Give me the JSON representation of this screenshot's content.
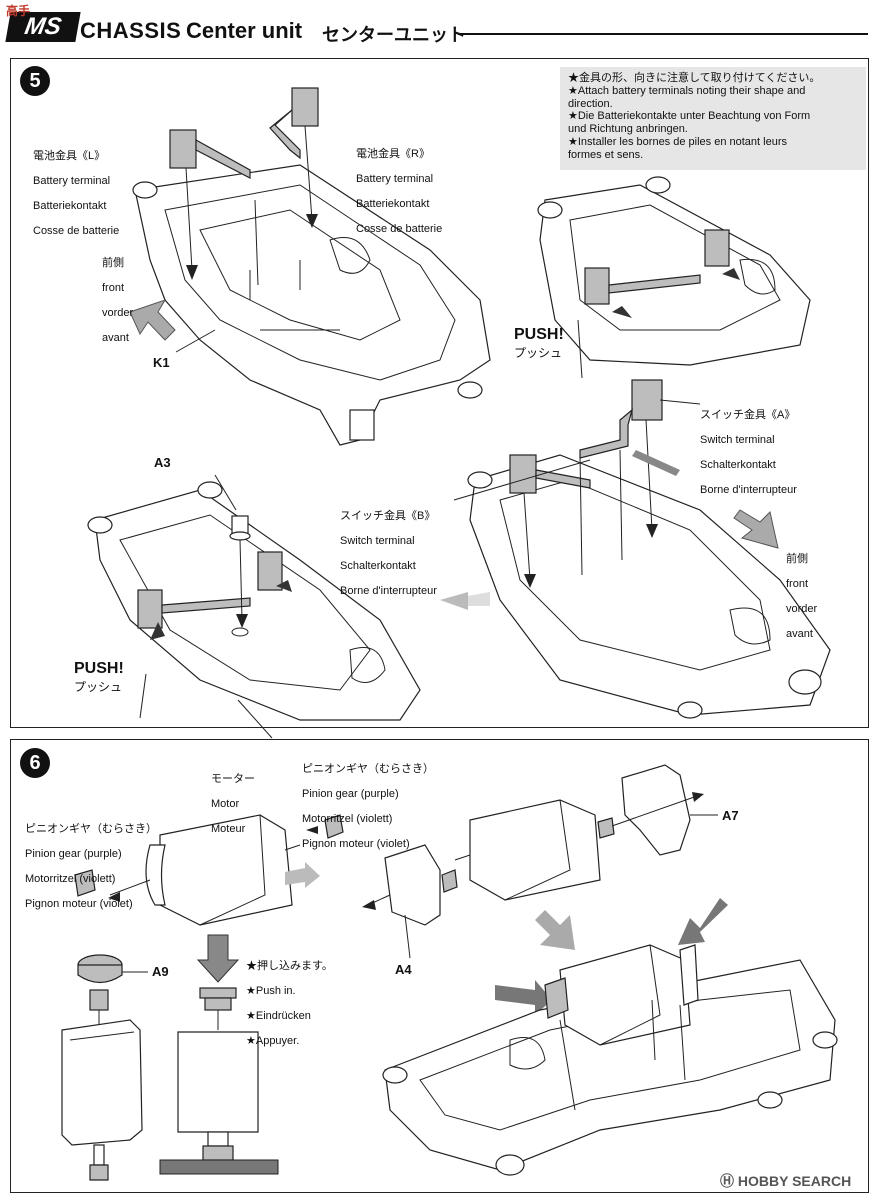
{
  "header": {
    "series_logo": "MS",
    "chassis": "CHASSIS",
    "title": "Center unit",
    "title_jp": "センターユニット",
    "watermark_top": "高手"
  },
  "step5": {
    "number": "5",
    "note": [
      "★金具の形、向きに注意して取り付けてください。",
      "★Attach battery terminals noting their shape and",
      "direction.",
      "★Die Batteriekontakte unter Beachtung von Form",
      "und Richtung anbringen.",
      "★Installer les bornes de piles en notant leurs",
      "formes et sens."
    ],
    "battery_terminal_L": [
      "電池金具《L》",
      "Battery terminal",
      "Batteriekontakt",
      "Cosse de batterie"
    ],
    "battery_terminal_R": [
      "電池金具《R》",
      "Battery terminal",
      "Batteriekontakt",
      "Cosse de batterie"
    ],
    "front_left": [
      "前側",
      "front",
      "vorder",
      "avant"
    ],
    "front_right": [
      "前側",
      "front",
      "vorder",
      "avant"
    ],
    "k1": "K1",
    "push_1": "PUSH!",
    "push_1_jp": "プッシュ",
    "push_2": "PUSH!",
    "push_2_jp": "プッシュ",
    "switch_terminal_A": [
      "スイッチ金具《A》",
      "Switch terminal",
      "Schalterkontakt",
      "Borne d'interrupteur"
    ],
    "switch_terminal_B": [
      "スイッチ金具《B》",
      "Switch terminal",
      "Schalterkontakt",
      "Borne d'interrupteur"
    ],
    "a3": "A3"
  },
  "step6": {
    "number": "6",
    "motor": [
      "モーター",
      "Motor",
      "Moteur"
    ],
    "pinion_top": [
      "ピニオンギヤ（むらさき）",
      "Pinion gear (purple)",
      "Motorritzel (violett)",
      "Pignon moteur (violet)"
    ],
    "pinion_left": [
      "ピニオンギヤ（むらさき）",
      "Pinion gear (purple)",
      "Motorritzel (violett)",
      "Pignon moteur (violet)"
    ],
    "a7": "A7",
    "a4": "A4",
    "a9": "A9",
    "push_in": [
      "★押し込みます。",
      "★Push in.",
      "★Eindrücken",
      "★Appuyer."
    ]
  },
  "footer": {
    "brand": "HOBBY SEARCH",
    "brand_symbol": "Ⓗ"
  },
  "colors": {
    "ink": "#111111",
    "note_bg": "#e6e6e6",
    "arrow_gray": "#9a9a9a"
  }
}
